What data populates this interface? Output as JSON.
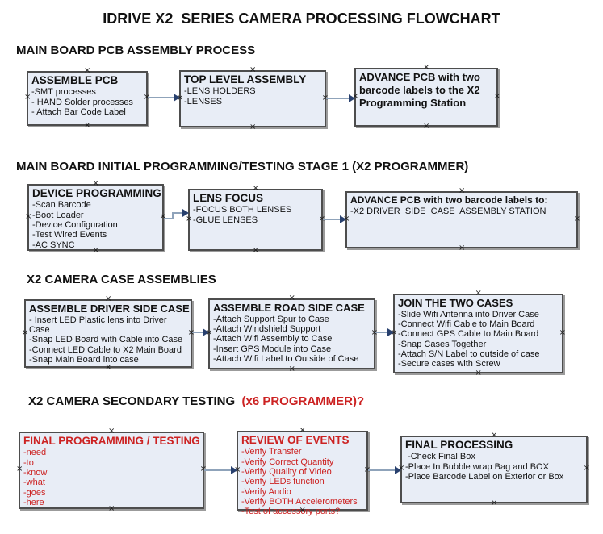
{
  "title": "IDRIVE X2  SERIES CAMERA PROCESSING FLOWCHART",
  "icons": {
    "connection_handle": "×"
  },
  "colors": {
    "box_fill": "#e8edf6",
    "box_border": "#4d4d4d",
    "arrow_line": "#8fa3ba",
    "arrow_head": "#28406e",
    "accent_red": "#cc2222",
    "text": "#111111"
  },
  "sections": [
    {
      "heading": "MAIN BOARD PCB ASSEMBLY PROCESS",
      "boxes": [
        {
          "title": "ASSEMBLE PCB",
          "items": [
            "-SMT processes",
            "- HAND Solder processes",
            "- Attach Bar Code Label"
          ]
        },
        {
          "title": "TOP LEVEL ASSEMBLY",
          "items": [
            "-LENS HOLDERS",
            "-LENSES"
          ]
        },
        {
          "title": "ADVANCE PCB with two barcode labels to the X2 Programming Station",
          "items": []
        }
      ]
    },
    {
      "heading": "MAIN BOARD INITIAL PROGRAMMING/TESTING STAGE 1 (X2 PROGRAMMER)",
      "boxes": [
        {
          "title": "DEVICE PROGRAMMING",
          "items": [
            "-Scan Barcode",
            "-Boot Loader",
            "-Device Configuration",
            "-Test Wired Events",
            "-AC SYNC"
          ]
        },
        {
          "title": "LENS FOCUS",
          "items": [
            "-FOCUS BOTH LENSES",
            "-GLUE LENSES"
          ]
        },
        {
          "title": "ADVANCE PCB with two barcode labels to:",
          "items": [
            "-X2 DRIVER  SIDE  CASE  ASSEMBLY STATION"
          ]
        }
      ]
    },
    {
      "heading": "X2 CAMERA CASE ASSEMBLIES",
      "boxes": [
        {
          "title": "ASSEMBLE DRIVER SIDE CASE",
          "items": [
            "- Insert LED Plastic lens into Driver Case",
            "-Snap LED Board with Cable into Case",
            "-Connect LED Cable to X2 Main Board",
            "-Snap Main Board into case"
          ]
        },
        {
          "title": "ASSEMBLE ROAD SIDE CASE",
          "items": [
            "-Attach Support Spur to Case",
            "-Attach Windshield Support",
            "-Attach Wifi Assembly to Case",
            "-Insert GPS Module into Case",
            "-Attach Wifi Label to Outside of Case"
          ]
        },
        {
          "title": "JOIN THE TWO CASES",
          "items": [
            "-Slide Wifi Antenna into Driver Case",
            "-Connect Wifi Cable to Main Board",
            "-Connect GPS Cable to Main Board",
            "-Snap Cases Together",
            "-Attach S/N Label to outside of case",
            "-Secure cases with Screw"
          ]
        }
      ]
    },
    {
      "heading": "X2 CAMERA SECONDARY TESTING  ",
      "heading_accent": "(x6 PROGRAMMER)?",
      "boxes": [
        {
          "title": "FINAL PROGRAMMING / TESTING",
          "items": [
            "-need",
            "-to",
            "-know",
            "-what",
            "-goes",
            "-here"
          ]
        },
        {
          "title": "REVIEW OF EVENTS",
          "items": [
            "-Verify Transfer",
            "-Verify Correct Quantity",
            "-Verify Quality of Video",
            "-Verify LEDs function",
            "-Verify Audio",
            "-Verify BOTH Accelerometers",
            "-Test of accessory ports?"
          ]
        },
        {
          "title": "FINAL PROCESSING",
          "items": [
            " -Check Final Box",
            "-Place In Bubble wrap Bag and BOX",
            "-Place Barcode Label on Exterior or Box"
          ]
        }
      ]
    }
  ]
}
